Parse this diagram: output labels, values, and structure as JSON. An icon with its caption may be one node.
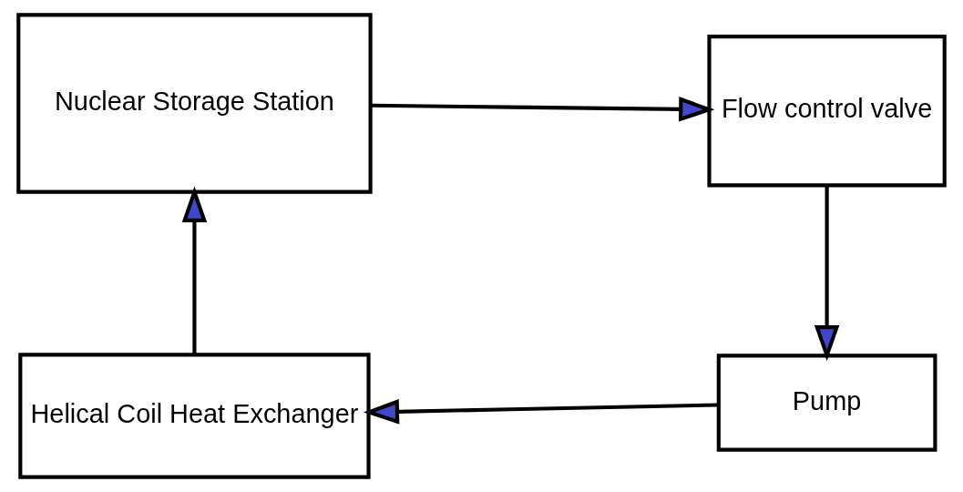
{
  "diagram": {
    "nodes": [
      {
        "text": [
          "Nuclear Storage Station"
        ]
      },
      {
        "text": [
          "Flow control valve"
        ]
      },
      {
        "text": [
          "Pump"
        ]
      },
      {
        "text": [
          "Helical Coil Heat Exchanger"
        ]
      }
    ],
    "edges": [
      {
        "from": 0,
        "to": 1,
        "arrow": "to"
      },
      {
        "from": 1,
        "to": 2,
        "arrow": "to"
      },
      {
        "from": 2,
        "to": 3,
        "arrow": "to"
      },
      {
        "from": 3,
        "to": 0,
        "arrow": "to"
      }
    ]
  }
}
